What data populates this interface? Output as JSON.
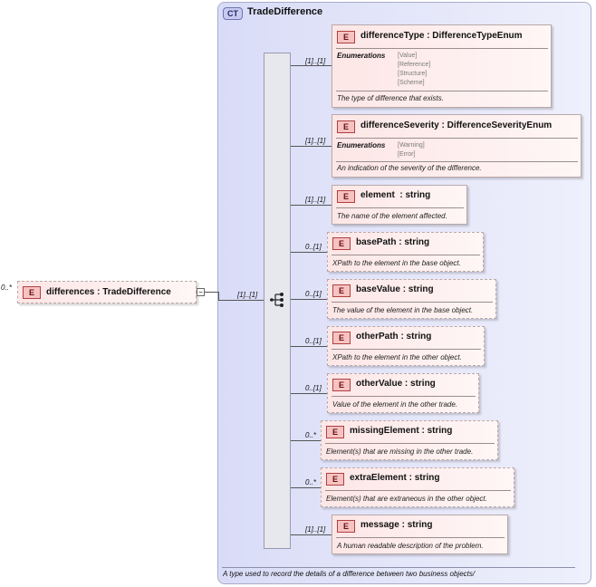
{
  "complex_type": {
    "badge": "CT",
    "name": "TradeDifference",
    "description": "A type used to record the details of a difference between two business objects/"
  },
  "root_element": {
    "badge": "E",
    "label": "differences : TradeDifference",
    "multiplicity": "0..*"
  },
  "sequence_multiplicity": "[1]..[1]",
  "elements": [
    {
      "badge": "E",
      "label": "differenceType : DifferenceTypeEnum",
      "multiplicity": "[1]..[1]",
      "enumerations_label": "Enumerations",
      "enumerations": [
        "[Value]",
        "[Reference]",
        "[Structure]",
        "[Scheme]"
      ],
      "doc": "The type of difference that exists."
    },
    {
      "badge": "E",
      "label": "differenceSeverity : DifferenceSeverityEnum",
      "multiplicity": "[1]..[1]",
      "enumerations_label": "Enumerations",
      "enumerations": [
        "[Warning]",
        "[Error]"
      ],
      "doc": "An indication of the severity of the difference."
    },
    {
      "badge": "E",
      "label": "element  : string",
      "multiplicity": "[1]..[1]",
      "doc": "The name of the element affected."
    },
    {
      "badge": "E",
      "label": "basePath : string",
      "multiplicity": "0..[1]",
      "doc": "XPath to the element in the base object."
    },
    {
      "badge": "E",
      "label": "baseValue : string",
      "multiplicity": "0..[1]",
      "doc": "The value of the element in the base object."
    },
    {
      "badge": "E",
      "label": "otherPath : string",
      "multiplicity": "0..[1]",
      "doc": "XPath to the element in the other object."
    },
    {
      "badge": "E",
      "label": "otherValue : string",
      "multiplicity": "0..[1]",
      "doc": "Value of the element in the other trade."
    },
    {
      "badge": "E",
      "label": "missingElement : string",
      "multiplicity": "0..*",
      "doc": "Element(s) that are missing in the other trade."
    },
    {
      "badge": "E",
      "label": "extraElement : string",
      "multiplicity": "0..*",
      "doc": "Element(s) that are extraneous in the other object."
    },
    {
      "badge": "E",
      "label": "message : string",
      "multiplicity": "[1]..[1]",
      "doc": "A human readable description of the problem."
    }
  ]
}
